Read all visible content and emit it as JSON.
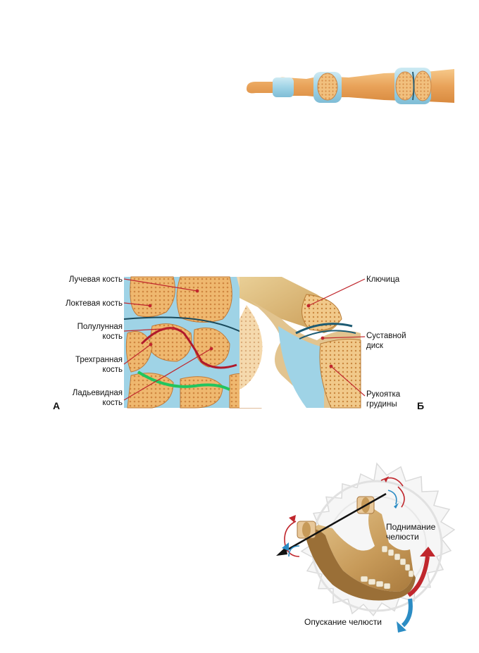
{
  "figure_wrist": {
    "labels": {
      "radius": "Лучевая кость",
      "ulna": "Локтевая кость",
      "lunate": "Полулунная\nкость",
      "triquetral": "Трехгранная\nкость",
      "scaphoid": "Ладьевидная\nкость"
    },
    "panel_letter": "А"
  },
  "figure_sternoclavicular": {
    "labels": {
      "clavicle": "Ключица",
      "disc": "Суставной\nдиск",
      "manubrium": "Рукоятка\nгрудины"
    },
    "panel_letter": "Б"
  },
  "figure_jaw": {
    "labels": {
      "elevation": "Поднимание\nчелюсти",
      "depression": "Опускание челюсти"
    }
  },
  "colors": {
    "bone": "#e7ad63",
    "bone_light": "#f3cf93",
    "cartilage": "#8fd0e6",
    "ligament_red": "#b0192b",
    "ligament_green": "#22c55e",
    "arrow_red": "#c0272d",
    "arrow_blue": "#2b8cc4"
  }
}
